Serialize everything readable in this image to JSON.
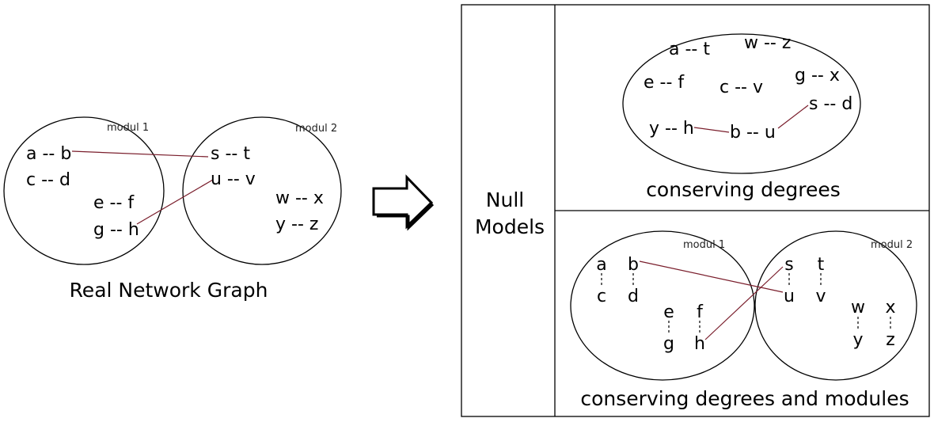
{
  "left": {
    "modul1_label": "modul 1",
    "modul2_label": "modul 2",
    "pairs": {
      "ab": "a -- b",
      "cd": "c -- d",
      "ef": "e -- f",
      "gh": "g -- h",
      "st": "s -- t",
      "uv": "u -- v",
      "wx": "w -- x",
      "yz": "y -- z"
    },
    "caption": "Real Network Graph"
  },
  "null_models": {
    "title_line1": "Null",
    "title_line2": "Models"
  },
  "degrees": {
    "pairs": {
      "at": "a -- t",
      "wz": "w -- z",
      "ef": "e -- f",
      "cv": "c -- v",
      "gx": "g -- x",
      "sd": "s -- d",
      "yh": "y -- h",
      "bu": "b -- u"
    },
    "caption": "conserving degrees"
  },
  "modules": {
    "modul1_label": "modul 1",
    "modul2_label": "modul 2",
    "nodes": {
      "a": "a",
      "c": "c",
      "b": "b",
      "d": "d",
      "e": "e",
      "g": "g",
      "f": "f",
      "h": "h",
      "s": "s",
      "u": "u",
      "t": "t",
      "v": "v",
      "w": "w",
      "y": "y",
      "x": "x",
      "z": "z"
    },
    "caption": "conserving degrees and modules"
  }
}
